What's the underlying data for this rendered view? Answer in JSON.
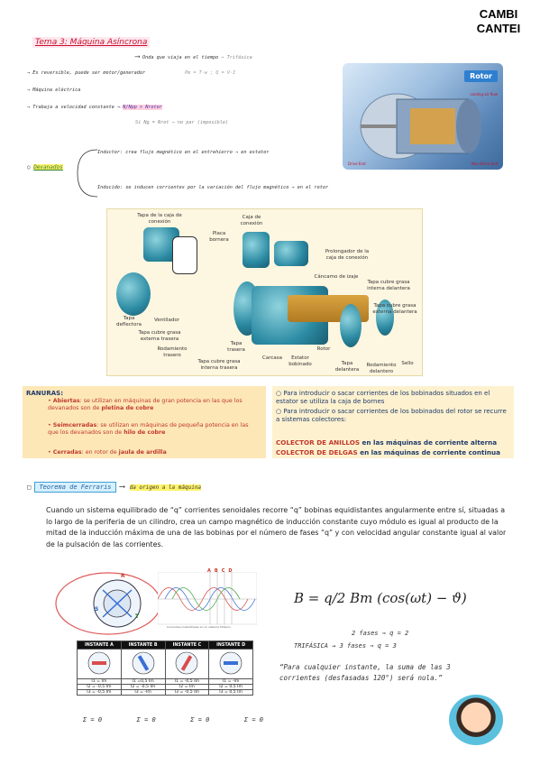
{
  "logo": {
    "line1": "CAMBI",
    "line2": "CANTEI"
  },
  "header": {
    "title": "Tema 3: Máquina Asíncrona",
    "arrow_note": "Onda que viaja en el tiempo",
    "arrow_note_target": "Trifásica"
  },
  "notes": [
    "Es reversible, puede ser motor/generador",
    "Máquina eléctrica",
    "Trabaja a velocidad constante"
  ],
  "notes_side": {
    "reversible_formula": "Pm = T·w ; Q = V·I",
    "speed_formula": "N/Npp > Nrotor",
    "speed_note": "Si Ng = Nrot → no par (imposible)"
  },
  "rotor_image": {
    "label": "Rotor",
    "sub1": "Drive End",
    "sub2": "Non-Drive End",
    "cooling": "cooling air flow"
  },
  "devanados": {
    "label": "Devanados",
    "inductor": "Inductor: crea flujo magnético en el entrehierro → en estator",
    "inducido": "Inducido: se inducen corrientes por la variación del flujo magnético → en el rotor"
  },
  "motor_parts": {
    "tapa_caja": "Tapa de la caja de conexión",
    "caja": "Caja de conexión",
    "placa": "Placa bornera",
    "prolongador": "Prolongador de la caja de conexión",
    "cancamo": "Cáncamo de izaje",
    "tapa_grasa_int_del": "Tapa cubre grasa interna delantera",
    "tapa_grasa_ext_del": "Tapa cubre grasa externa delantera",
    "tapa_deflectora": "Tapa deflectora",
    "ventilador": "Ventilador",
    "tapa_grasa_ext_tras": "Tapa cubre grasa externa trasera",
    "rodamiento_tras": "Rodamiento trasero",
    "tapa_trasera": "Tapa trasera",
    "tapa_grasa_int_tras": "Tapa cubre grasa interna trasera",
    "carcasa": "Carcasa",
    "estator": "Estator bobinado",
    "rotor": "Rotor",
    "tapa_delantera": "Tapa delantera",
    "rodamiento_del": "Rodamiento delantero",
    "sello": "Sello"
  },
  "ranuras": {
    "title": "RANURAS:",
    "items": [
      {
        "head": "Abiertas",
        "text": ": se utilizan en máquinas de gran potencia en las que los devanados son de ",
        "tail": "pletina de cobre"
      },
      {
        "head": "Seimcerradas",
        "text": ": se utilizan en máquinas de pequeña potencia en las que los devanados son de ",
        "tail": "hilo de cobre"
      },
      {
        "head": "Cerradas",
        "text": ": en rotor de ",
        "tail": "jaula de ardilla"
      }
    ]
  },
  "colector": {
    "items": [
      "Para introducir o sacar corrientes de los bobinados situados en el estator se utiliza la caja de bornes",
      "Para introducir o sacar corrientes de los bobinados del rotor se recurre a sistemas colectores:"
    ],
    "line1_head": "COLECTOR DE ANILLOS",
    "line1_tail": " en las máquinas de corriente alterna",
    "line2_head": "COLECTOR DE DELGAS",
    "line2_tail": " en las máquinas de corriente continua"
  },
  "ferraris": {
    "title": "Teorema de Ferraris",
    "arrow_note": "da origen a la máquina",
    "paragraph": "Cuando un sistema equilibrado de “q” corrientes senoidales recorre “q” bobinas equidistantes angularmente entre sí, situadas a lo largo de la periferia de un cilindro, crea un campo magnético de inducción constante cuyo módulo es igual al producto de la mitad de la inducción máxima de una de las bobinas por el número de fases “q” y con velocidad angular constante igual al valor de la pulsación de las corrientes."
  },
  "diagram_labels": {
    "r": "R",
    "s": "S",
    "t": "T",
    "wave_a": "A",
    "wave_b": "B",
    "wave_c": "C",
    "wave_d": "D",
    "wave_caption": "Corrientes instantáneas en un sistema trifásico"
  },
  "instants": {
    "headers": [
      "INSTANTE A",
      "INSTANTE B",
      "INSTANTE C",
      "INSTANTE D"
    ],
    "rows": [
      [
        "I1 = Im",
        "I1 =0,5 Im",
        "I1 = -0,5 Im",
        "I1 = -Im"
      ],
      [
        "I2 = -0,5 Im",
        "I2 = -0,5 Im",
        "I2 = Im",
        "I2 = 0,5 Im"
      ],
      [
        "I3 = -0,5 Im",
        "I3 = -Im",
        "I3 = -0,5 Im",
        "I3 = 0,5 Im"
      ]
    ],
    "sums": [
      "Σ = 0",
      "Σ = 0",
      "Σ = 0",
      "Σ = 0"
    ]
  },
  "formula": {
    "main": "B = q/2 Bm (cos(ωt) − ϑ)",
    "line1": "2 fases ⇒ q = 2",
    "line2": "TRIFÁSICA → 3 fases ⇒ q = 3",
    "quote": "“Para cualquier instante, la suma de las 3 corrientes (desfasadas 120°) será nula.”"
  }
}
